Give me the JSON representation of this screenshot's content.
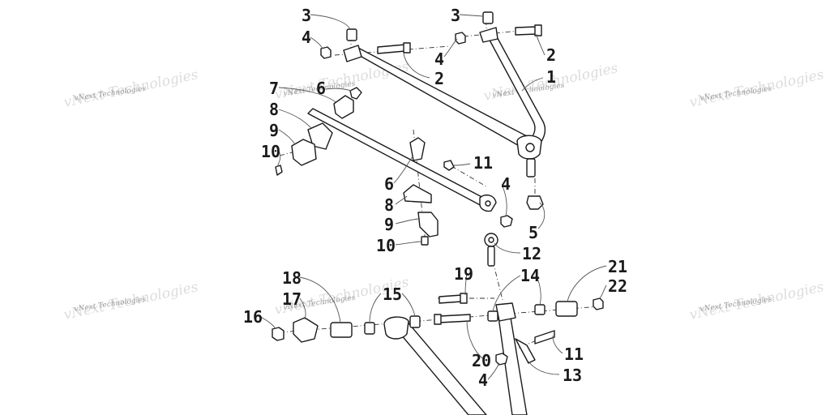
{
  "watermark": {
    "text": "vNext Technologies"
  },
  "callouts": [
    {
      "id": "c3a",
      "label": "3"
    },
    {
      "id": "c4a",
      "label": "4"
    },
    {
      "id": "c3b",
      "label": "3"
    },
    {
      "id": "c4b",
      "label": "4"
    },
    {
      "id": "c2a",
      "label": "2"
    },
    {
      "id": "c2b",
      "label": "2"
    },
    {
      "id": "c1",
      "label": "1"
    },
    {
      "id": "c7",
      "label": "7"
    },
    {
      "id": "c6a",
      "label": "6"
    },
    {
      "id": "c8a",
      "label": "8"
    },
    {
      "id": "c9a",
      "label": "9"
    },
    {
      "id": "c10a",
      "label": "10"
    },
    {
      "id": "c11a",
      "label": "11"
    },
    {
      "id": "c6b",
      "label": "6"
    },
    {
      "id": "c4c",
      "label": "4"
    },
    {
      "id": "c8b",
      "label": "8"
    },
    {
      "id": "c5",
      "label": "5"
    },
    {
      "id": "c9b",
      "label": "9"
    },
    {
      "id": "c10b",
      "label": "10"
    },
    {
      "id": "c12",
      "label": "12"
    },
    {
      "id": "c19",
      "label": "19"
    },
    {
      "id": "c14",
      "label": "14"
    },
    {
      "id": "c21",
      "label": "21"
    },
    {
      "id": "c18",
      "label": "18"
    },
    {
      "id": "c15",
      "label": "15"
    },
    {
      "id": "c22",
      "label": "22"
    },
    {
      "id": "c17",
      "label": "17"
    },
    {
      "id": "c16",
      "label": "16"
    },
    {
      "id": "c11b",
      "label": "11"
    },
    {
      "id": "c20",
      "label": "20"
    },
    {
      "id": "c4d",
      "label": "4"
    },
    {
      "id": "c13",
      "label": "13"
    }
  ]
}
